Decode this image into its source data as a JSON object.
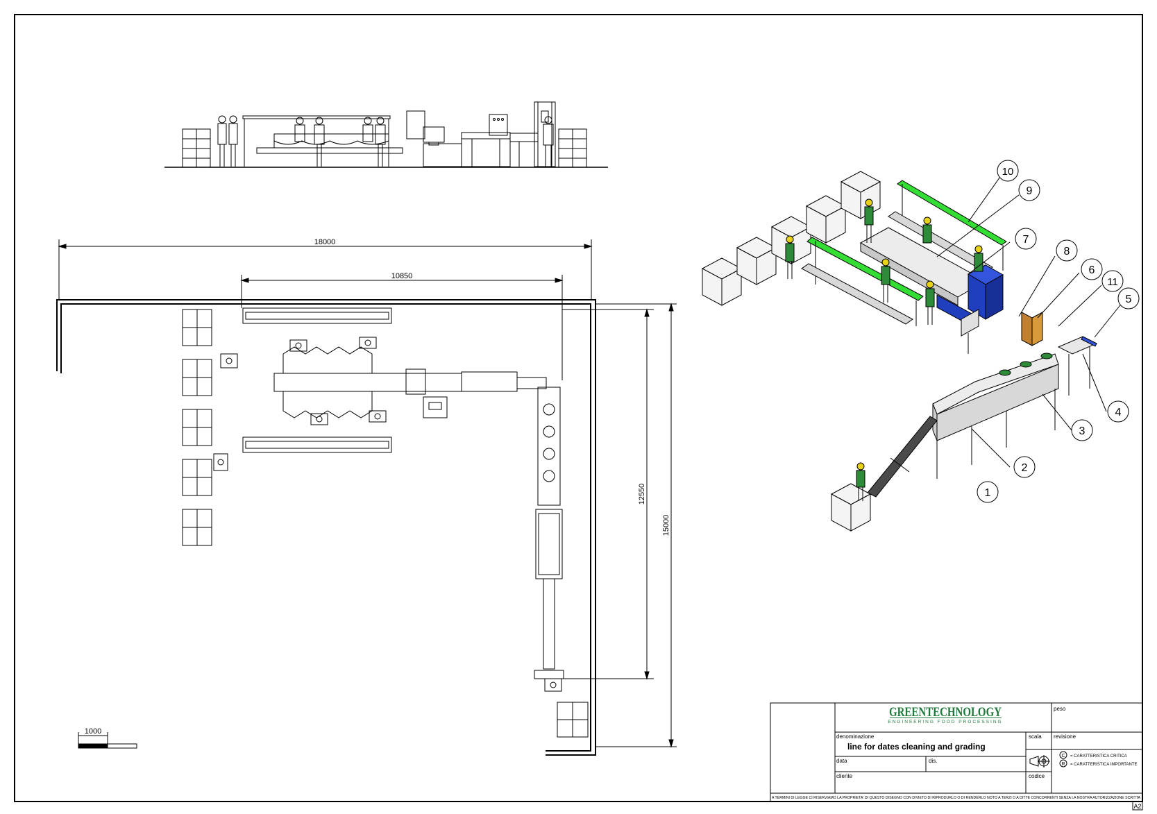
{
  "dimensions": {
    "overall_width": "18000",
    "inner_width": "10850",
    "inner_height": "12550",
    "overall_height": "15000",
    "scale_bar": "1000"
  },
  "callouts": [
    "1",
    "2",
    "3",
    "4",
    "5",
    "6",
    "7",
    "8",
    "9",
    "10",
    "11"
  ],
  "title_block": {
    "company": "GREENTECHNOLOGY",
    "tagline": "ENGINEERING FOOD PROCESSING",
    "peso_label": "peso",
    "denominazione_label": "denominazione",
    "title": "line for dates cleaning and grading",
    "scala_label": "scala",
    "revisione_label": "revisione",
    "data_label": "data",
    "dis_label": "dis.",
    "cliente_label": "cliente",
    "codice_label": "codice",
    "critical_symbol": "C",
    "critical_label": "= CARATTERISTICA CRITICA",
    "important_symbol": "R",
    "important_label": "= CARATTERISTICA IMPORTANTE",
    "legal_notice": "A TERMINI DI LEGGE CI RISERVIAMO LA PROPRIETA' DI QUESTO DISEGNO CON DIVIETO DI RIPRODURLO O DI RENDERLO NOTO A TERZI O A DITTE CONCORRENTI SENZA LA NOSTRA AUTORIZZAZIONE SCRITTA",
    "sheet_size": "A2"
  },
  "colors": {
    "line": "#000000",
    "conveyor_green": "#33dd33",
    "machine_blue": "#1f3fbf",
    "worker_green": "#2e8b3a",
    "helmet_yellow": "#e8d21a",
    "panel_orange": "#d99a3a",
    "logo_green": "#1e7a3a"
  }
}
